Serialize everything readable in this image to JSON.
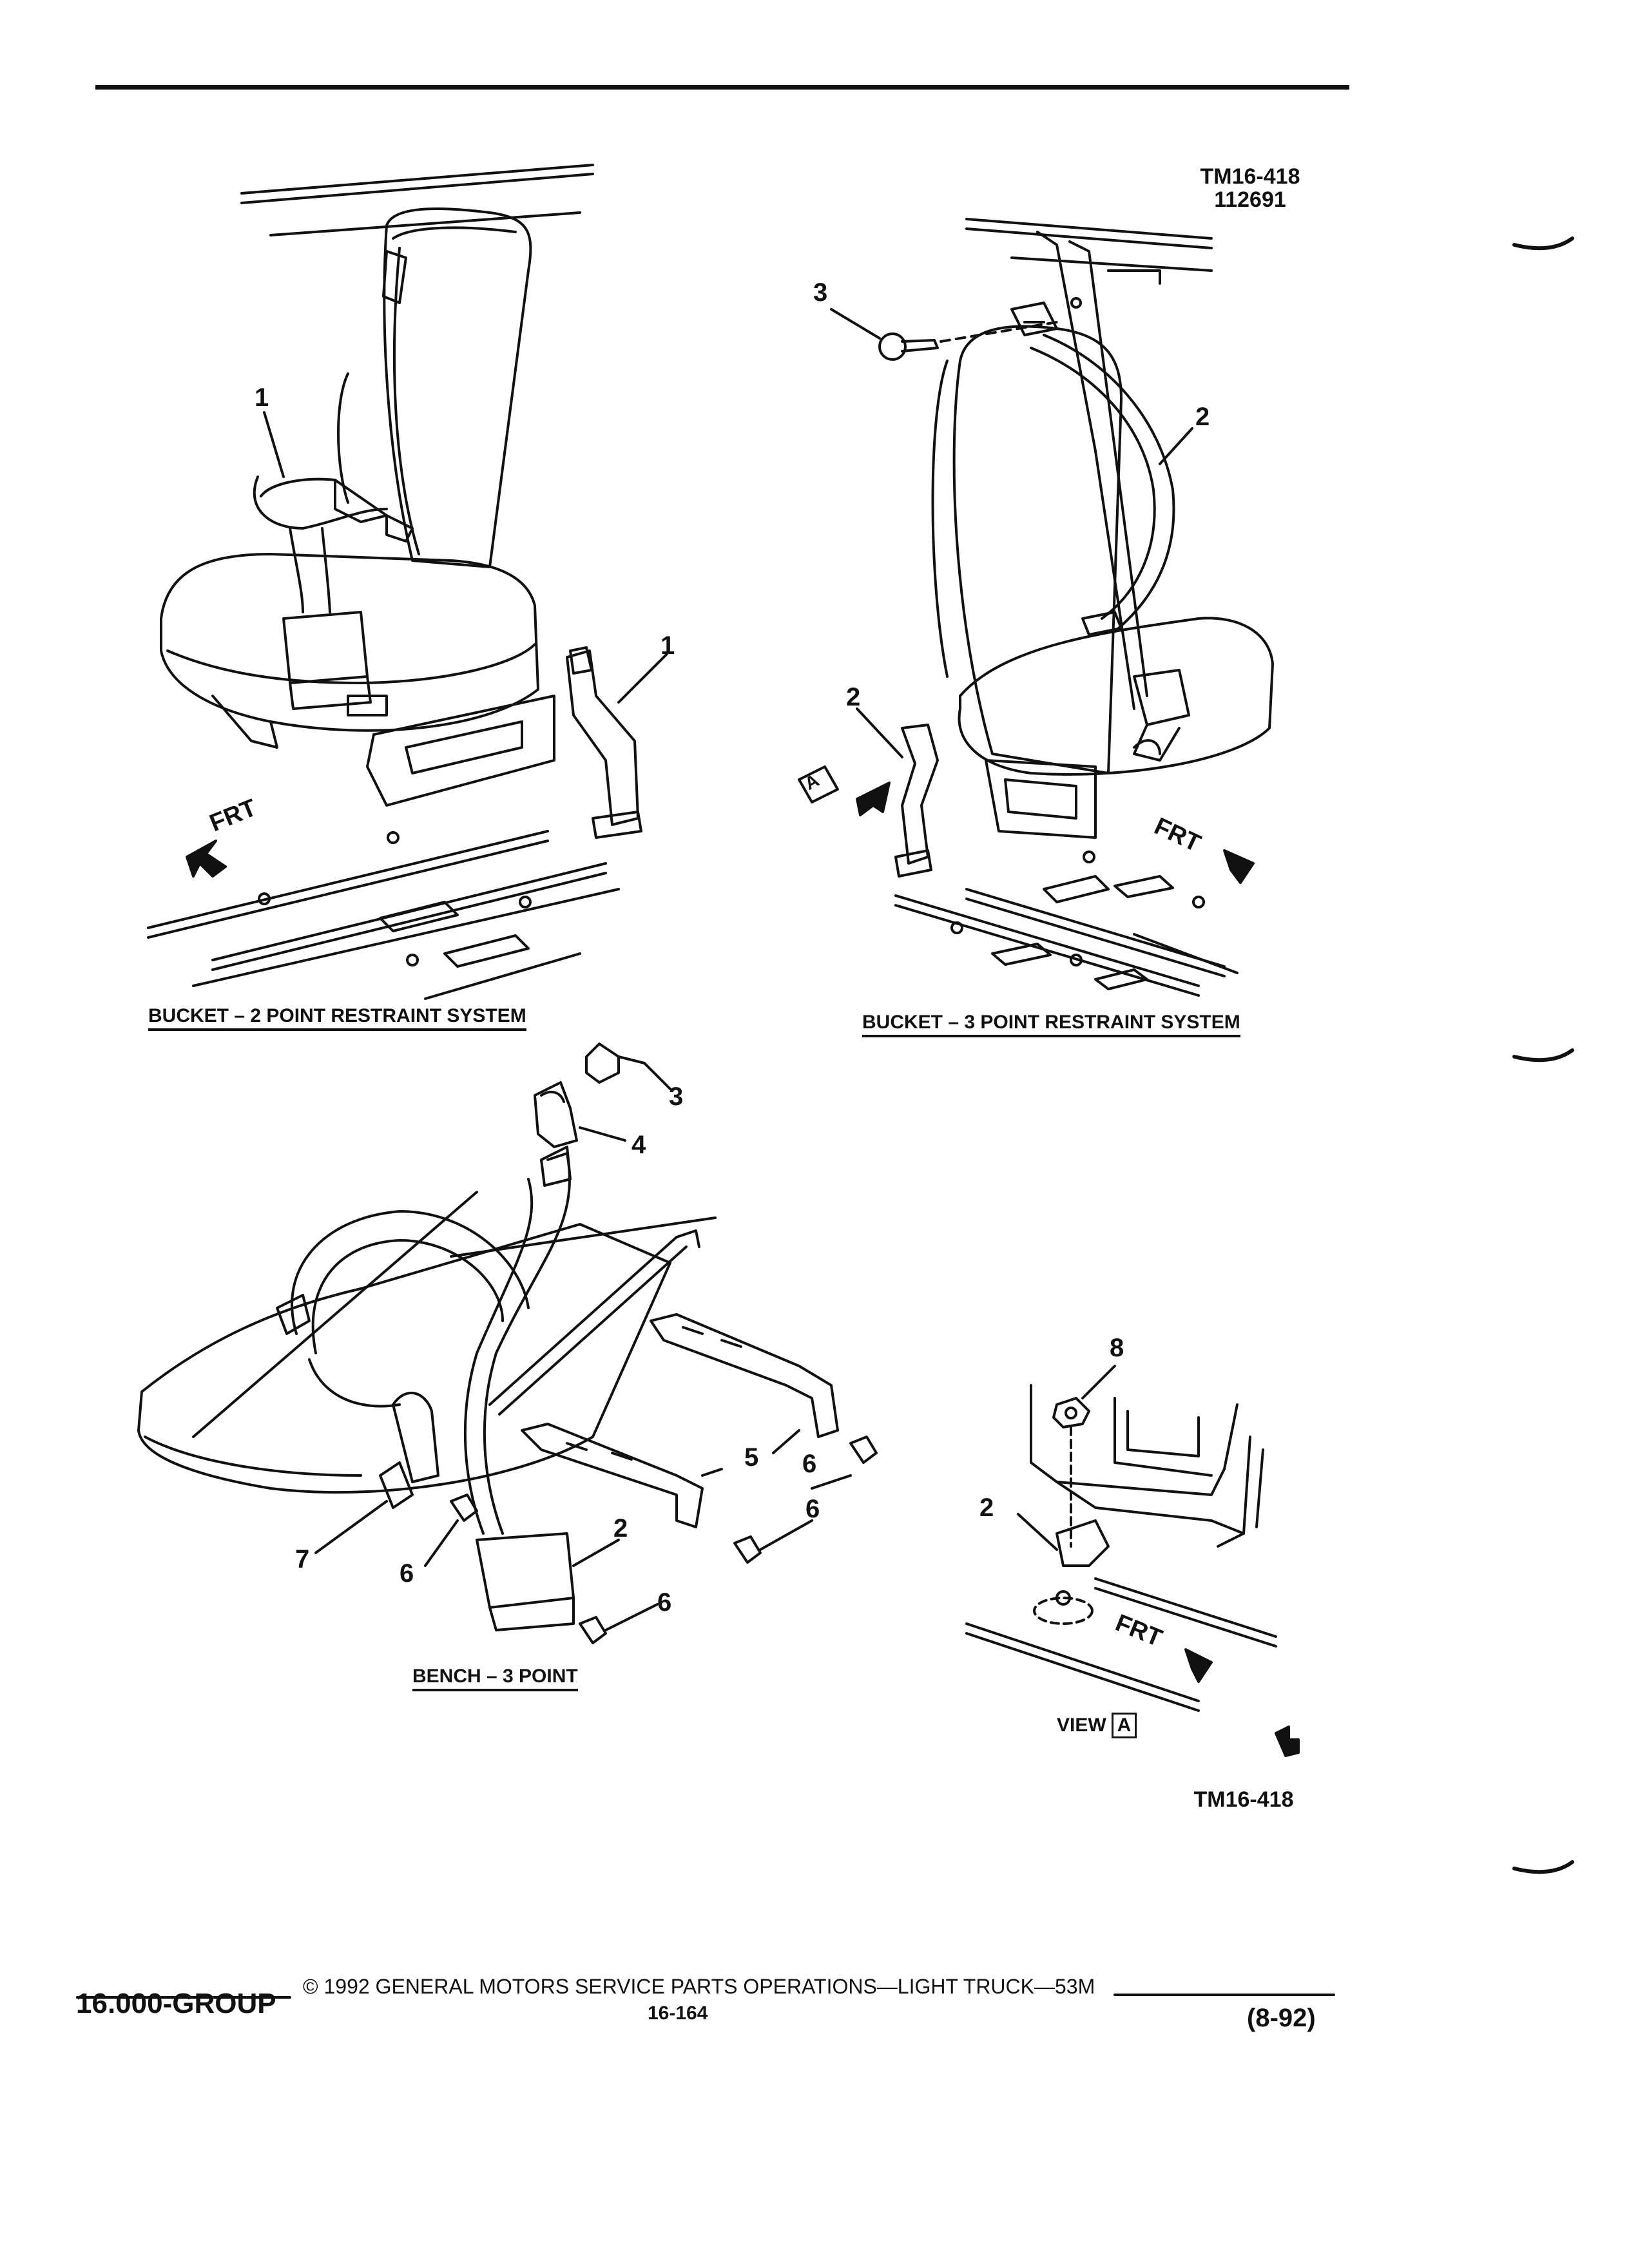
{
  "header": {
    "ref_code": "TM16-418",
    "ref_date": "112691"
  },
  "figures": {
    "bucket_2pt": {
      "caption": "BUCKET – 2 POINT RESTRAINT SYSTEM",
      "frt": "FRT",
      "callouts": [
        "1",
        "1"
      ]
    },
    "bucket_3pt": {
      "caption": "BUCKET – 3 POINT RESTRAINT SYSTEM",
      "frt": "FRT",
      "view_marker": "A",
      "callouts": [
        "3",
        "2",
        "2"
      ]
    },
    "bench_3pt": {
      "caption": "BENCH – 3 POINT",
      "callouts": [
        "3",
        "4",
        "5",
        "6",
        "6",
        "6",
        "7",
        "6",
        "2"
      ]
    },
    "view_a": {
      "label": "VIEW",
      "box": "A",
      "frt": "FRT",
      "callouts": [
        "8",
        "2"
      ]
    }
  },
  "bottom_ref": "TM16-418",
  "footer": {
    "group": "16.000-GROUP",
    "copyright": "© 1992 GENERAL MOTORS SERVICE PARTS OPERATIONS—LIGHT TRUCK—53M",
    "page": "16-164",
    "date": "(8-92)"
  },
  "icons": {
    "logo": "gm-logo-icon",
    "front_arrow": "front-arrow-icon"
  }
}
